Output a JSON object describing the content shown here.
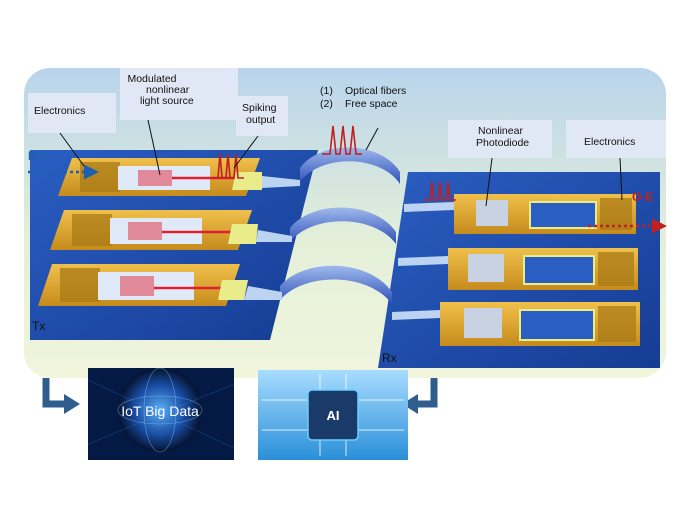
{
  "labels": {
    "electronics_left": "Electronics",
    "modulated_source": [
      "Modulated",
      "nonlinear",
      "light source"
    ],
    "spiking_output": [
      "Spiking",
      "output"
    ],
    "link_options": [
      {
        "num": "(1)",
        "text": "Optical fibers"
      },
      {
        "num": "(2)",
        "text": "Free space"
      }
    ],
    "nonlinear_photodiode": [
      "Nonlinear",
      "Photodiode"
    ],
    "electronics_right": "Electronics",
    "eo": "E-O",
    "oe": "O-E",
    "tx": "Tx",
    "rx": "Rx"
  },
  "images": {
    "iot_big_data": "IoT Big Data",
    "ai_chip": "AI"
  },
  "icons": [
    "arrow-down-left-icon",
    "arrow-down-right-icon"
  ],
  "colors": {
    "board_blue": "#1f4fb0",
    "label_bg": "#e1e8f5",
    "gold": "#d9a62b",
    "eo_arrow": "#1f5fb0",
    "oe_arrow": "#c02020",
    "spike": "#c02020"
  }
}
